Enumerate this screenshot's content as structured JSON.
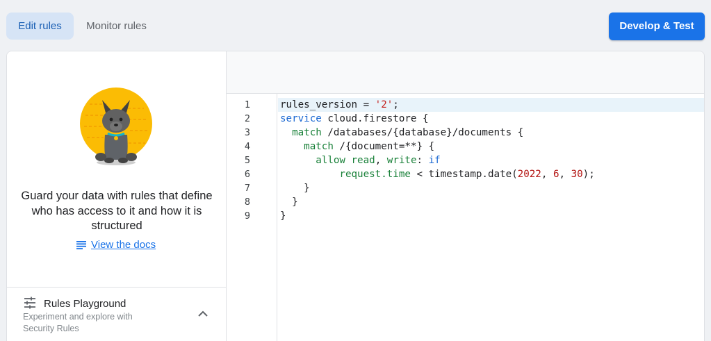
{
  "tabs": {
    "edit_rules": "Edit rules",
    "monitor_rules": "Monitor rules"
  },
  "develop_test_button": "Develop & Test",
  "left_pane": {
    "guard_text": "Guard your data with rules that define who has access to it and how it is structured",
    "docs_link": "View the docs",
    "playground": {
      "title": "Rules Playground",
      "description": "Experiment and explore with Security Rules"
    }
  },
  "editor": {
    "line_numbers": [
      "1",
      "2",
      "3",
      "4",
      "5",
      "6",
      "7",
      "8",
      "9"
    ],
    "lines": {
      "l1_a": "rules_version = ",
      "l1_str": "'2'",
      "l1_b": ";",
      "l2_kw": "service",
      "l2_b": " cloud.firestore {",
      "l3_kw": "match",
      "l3_b": " /databases/{database}/documents {",
      "l4_kw": "match",
      "l4_b": " /{document=**} {",
      "l5_kw": "allow",
      "l5_read": "read",
      "l5_sep": ", ",
      "l5_write": "write",
      "l5_colon": ": ",
      "l5_if": "if",
      "l6_fn": "request.time",
      "l6_b": " < timestamp.date(",
      "l6_n1": "2022",
      "l6_c1": ", ",
      "l6_n2": "6",
      "l6_c2": ", ",
      "l6_n3": "30",
      "l6_end": ");",
      "l7": "}",
      "l8": "}",
      "l9": "}"
    }
  },
  "colors": {
    "accent": "#1a73e8",
    "tab_active_bg": "#d6e4f6",
    "keyword": "#1967d2",
    "string": "#c5221f",
    "number": "#b31412",
    "identifier": "#188038"
  },
  "icons": {
    "docs": "list-icon",
    "playground": "tune-icon",
    "expand": "chevron-up-icon",
    "mascot": "firebase-dog-illustration"
  }
}
